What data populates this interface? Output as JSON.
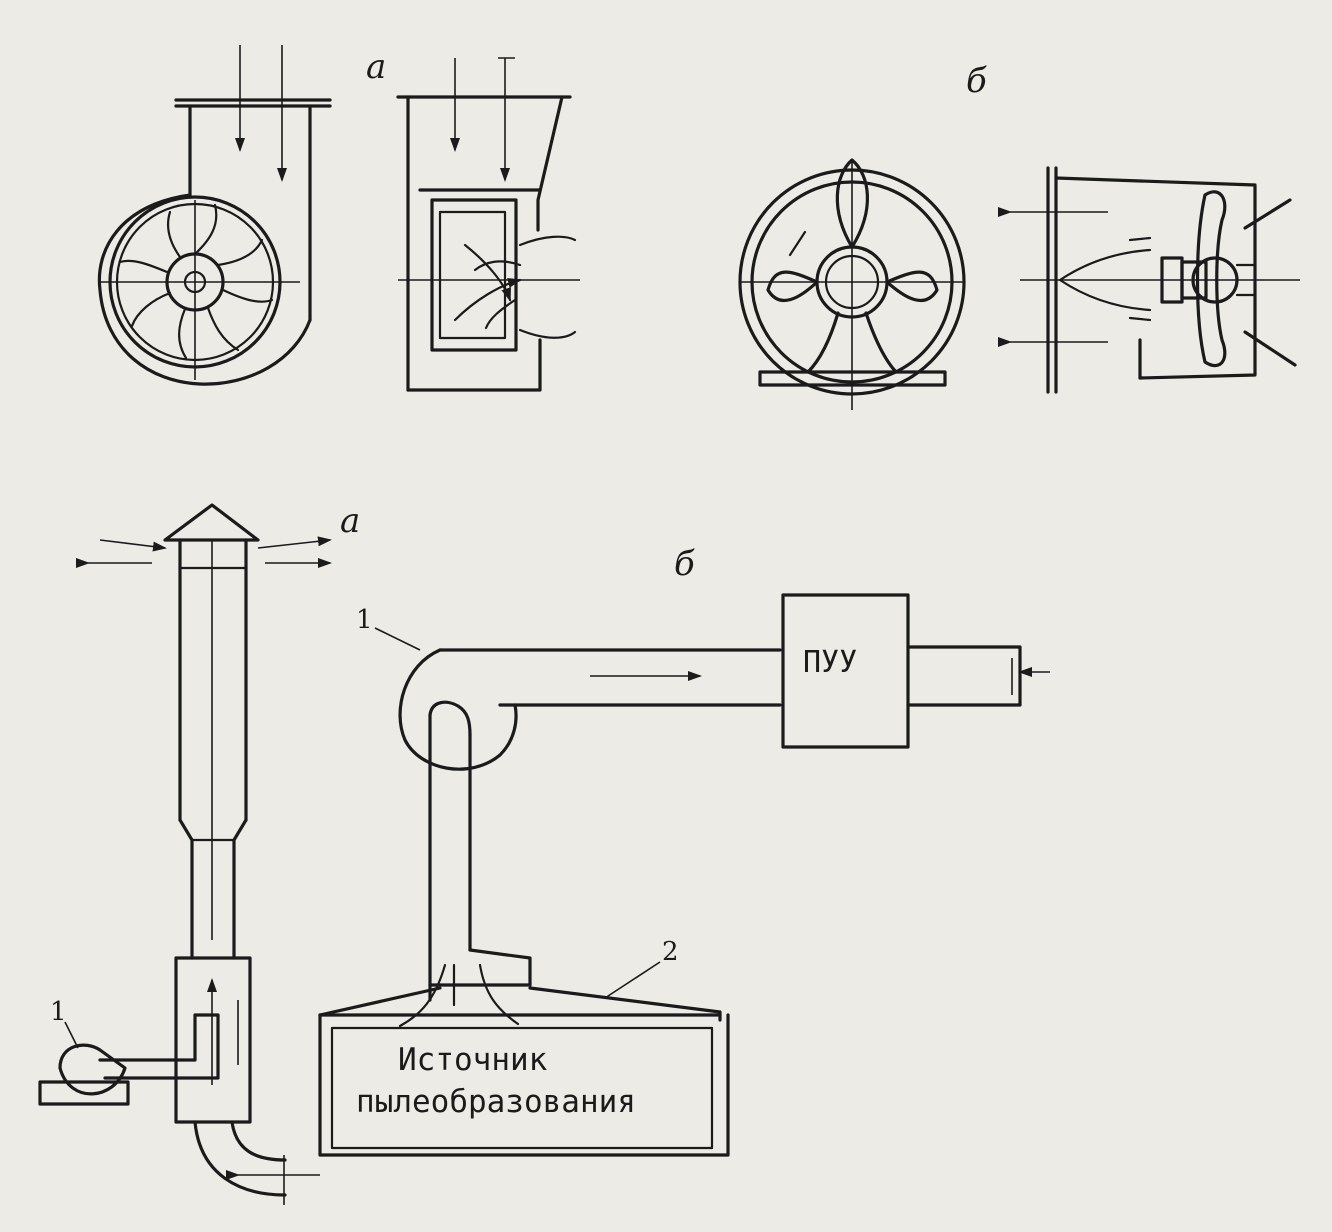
{
  "labels": {
    "top_a": "а",
    "top_b": "б",
    "bottom_a": "а",
    "bottom_b": "б",
    "ref_1_left": "1",
    "ref_1_right": "1",
    "ref_2": "2"
  },
  "boxes": {
    "cleaning_unit": "ПУУ",
    "dust_source_line1": "Источник",
    "dust_source_line2": "пылеобразования"
  },
  "colors": {
    "ink": "#1b1b1b",
    "paper": "#ecebe6"
  }
}
